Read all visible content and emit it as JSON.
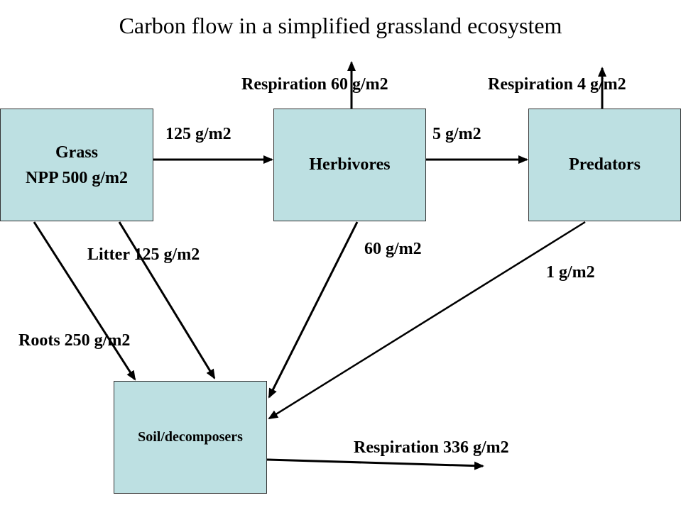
{
  "title": "Carbon flow in a simplified grassland ecosystem",
  "nodes": {
    "grass": {
      "line1": "Grass",
      "line2": "NPP 500 g/m2"
    },
    "herbivores": {
      "label": "Herbivores"
    },
    "predators": {
      "label": "Predators"
    },
    "soil": {
      "label": "Soil/decomposers"
    }
  },
  "flows": {
    "grass_to_herbivores": "125 g/m2",
    "herbivores_to_predators": "5 g/m2",
    "herbivores_respiration": "Respiration 60 g/m2",
    "predators_respiration": "Respiration 4 g/m2",
    "litter": "Litter 125 g/m2",
    "roots": "Roots 250 g/m2",
    "herbivores_to_soil": "60 g/m2",
    "predators_to_soil": "1 g/m2",
    "soil_respiration": "Respiration 336 g/m2"
  },
  "colors": {
    "box_fill": "#bde0e2",
    "box_border": "#333333",
    "arrow": "#000000"
  }
}
